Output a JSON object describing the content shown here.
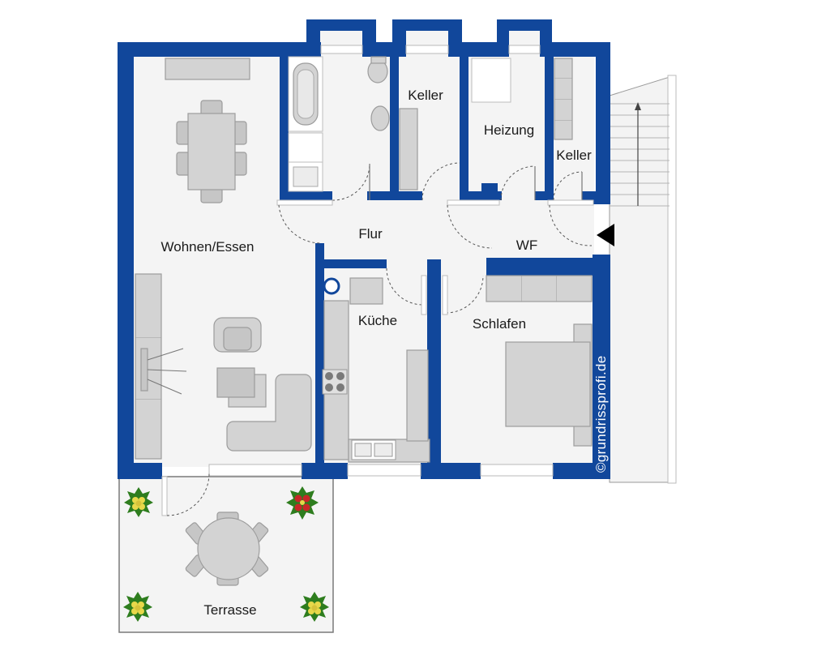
{
  "rooms": {
    "wohnen": "Wohnen/Essen",
    "flur": "Flur",
    "keller1": "Keller",
    "heizung": "Heizung",
    "keller2": "Keller",
    "wf": "WF",
    "kueche": "Küche",
    "schlafen": "Schlafen",
    "terrasse": "Terrasse"
  },
  "watermark": "©grundrissprofi.de",
  "colors": {
    "wall": "#11479b",
    "floor": "#f4f4f4",
    "furniture": "#d3d3d3"
  }
}
